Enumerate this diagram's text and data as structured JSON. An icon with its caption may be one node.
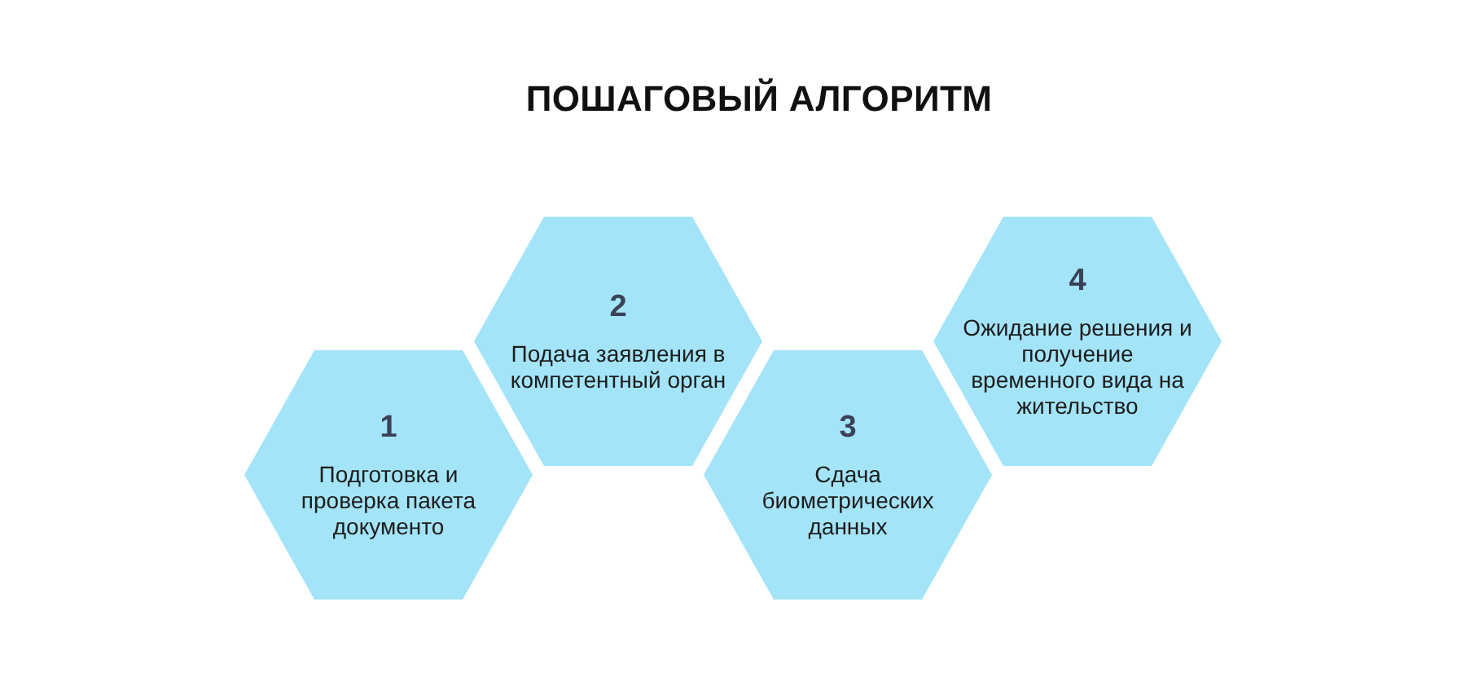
{
  "diagram": {
    "title": "ПОШАГОВЫЙ АЛГОРИТМ",
    "nodes": [
      {
        "text": [
          "1",
          "Подготовка и проверка пакета документо"
        ]
      },
      {
        "text": [
          "2",
          "Подача заявления в компетентный орган"
        ]
      },
      {
        "text": [
          "3",
          "Сдача биометрических данных"
        ]
      },
      {
        "text": [
          "4",
          "Ожидание решения и получение временного вида на жительство"
        ]
      }
    ]
  }
}
